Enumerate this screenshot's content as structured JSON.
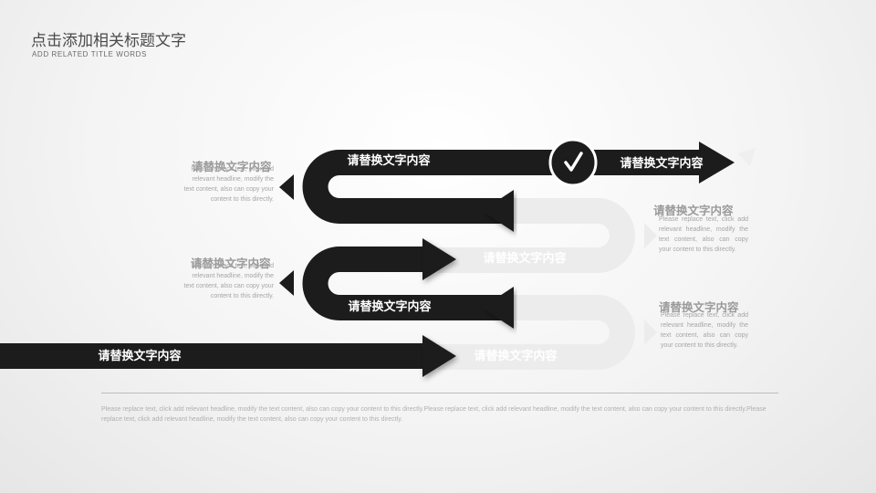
{
  "header": {
    "title": "点击添加相关标题文字",
    "subtitle": "ADD RELATED TITLE WORDS"
  },
  "arrows": {
    "top_lane_left": "请替换文字内容",
    "top_lane_right": "请替换文字内容",
    "ghost_lane_1": "请替换文字内容",
    "middle_lane": "请替换文字内容",
    "ghost_lane_2": "请替换文字内容",
    "bottom_lane": "请替换文字内容"
  },
  "check_icon": "checkmark-icon",
  "left_notes": [
    {
      "title": "请替换文字内容",
      "body": "Please replace text, click add relevant headline, modify the text content, also can copy your content to this directly."
    },
    {
      "title": "请替换文字内容",
      "body": "Please replace text, click add relevant headline, modify the text content, also can copy your content to this directly."
    }
  ],
  "right_notes": [
    {
      "title": "请替换文字内容",
      "body": "Please replace text, click add relevant headline, modify the text content, also can copy your content to this directly."
    },
    {
      "title": "请替换文字内容",
      "body": "Please replace text, click add relevant headline, modify the text content, also can copy your content to this directly."
    }
  ],
  "footer_text": "Please replace text, click add relevant headline, modify the text content, also can copy your content to this directly.Please replace text, click add relevant headline, modify the text content, also can copy your content to this directly.Please replace text, click add relevant headline, modify the text content, also can copy your content to this directly.",
  "colors": {
    "dark": "#1c1c1c",
    "ghost": "#ececec",
    "text_light": "#ffffff"
  }
}
